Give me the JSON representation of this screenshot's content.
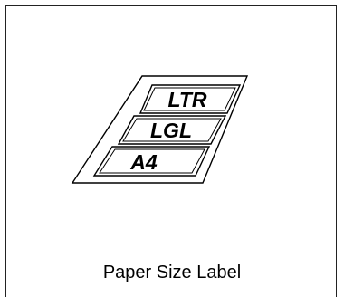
{
  "caption": "Paper Size Label",
  "labels": [
    {
      "text": "LTR"
    },
    {
      "text": "LGL"
    },
    {
      "text": "A4"
    }
  ],
  "colors": {
    "stroke": "#000000",
    "background": "#ffffff"
  }
}
